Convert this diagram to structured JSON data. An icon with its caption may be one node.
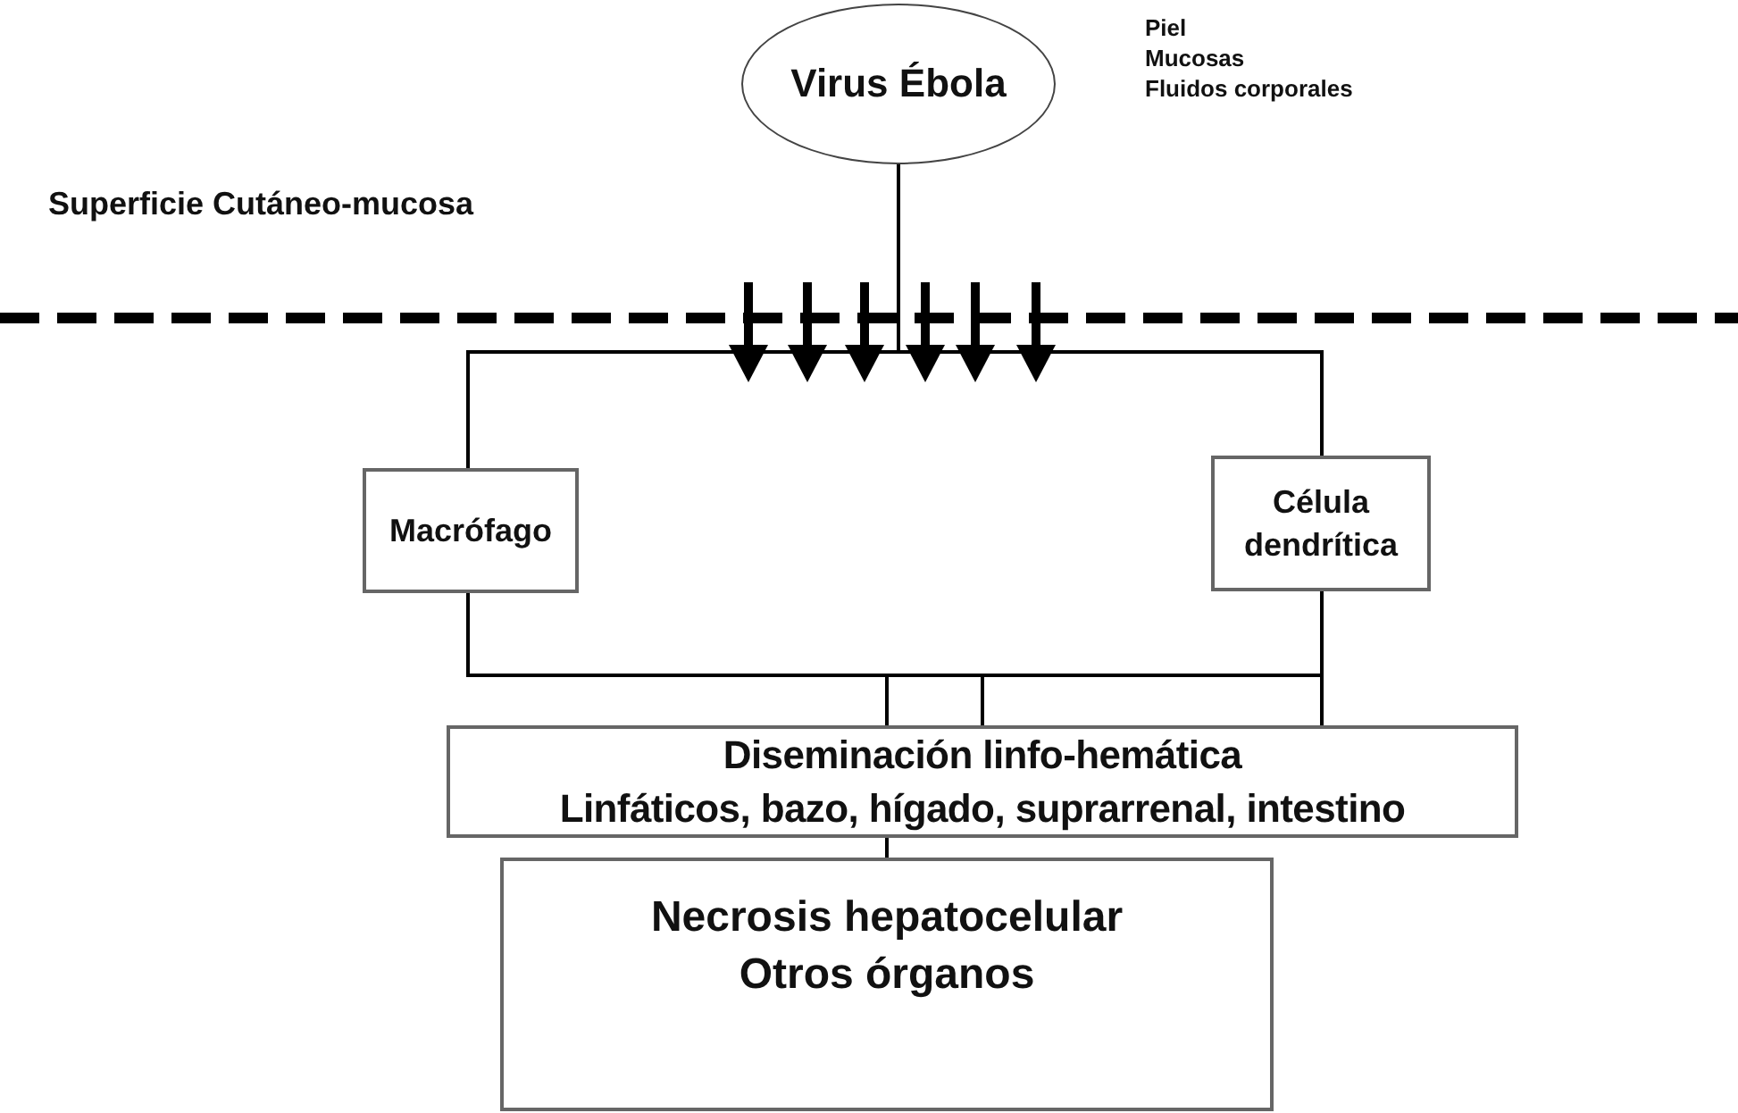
{
  "diagram": {
    "nodes": [
      {
        "text": [
          "Virus Ébola"
        ],
        "beside": [
          "Piel",
          "Mucosas",
          "Fluidos corporales"
        ]
      },
      {
        "text": [
          "Macrófago"
        ]
      },
      {
        "text": [
          "Célula dendrítica"
        ]
      },
      {
        "text": [
          "Diseminación linfo-hemática",
          "Linfáticos, bazo, hígado, suprarrenal,  intestino"
        ]
      },
      {
        "text": [
          "Necrosis hepatocelular",
          "Otros órganos"
        ]
      }
    ],
    "edges": [
      {
        "from": 0,
        "to": 1,
        "arrow": "none"
      },
      {
        "from": 0,
        "to": 2,
        "arrow": "none"
      },
      {
        "from": 1,
        "to": 3,
        "arrow": "none"
      },
      {
        "from": 2,
        "to": 3,
        "arrow": "none"
      },
      {
        "from": 3,
        "to": 4,
        "arrow": "none"
      }
    ],
    "labels": [
      "Superficie Cutáneo-mucosa"
    ]
  }
}
